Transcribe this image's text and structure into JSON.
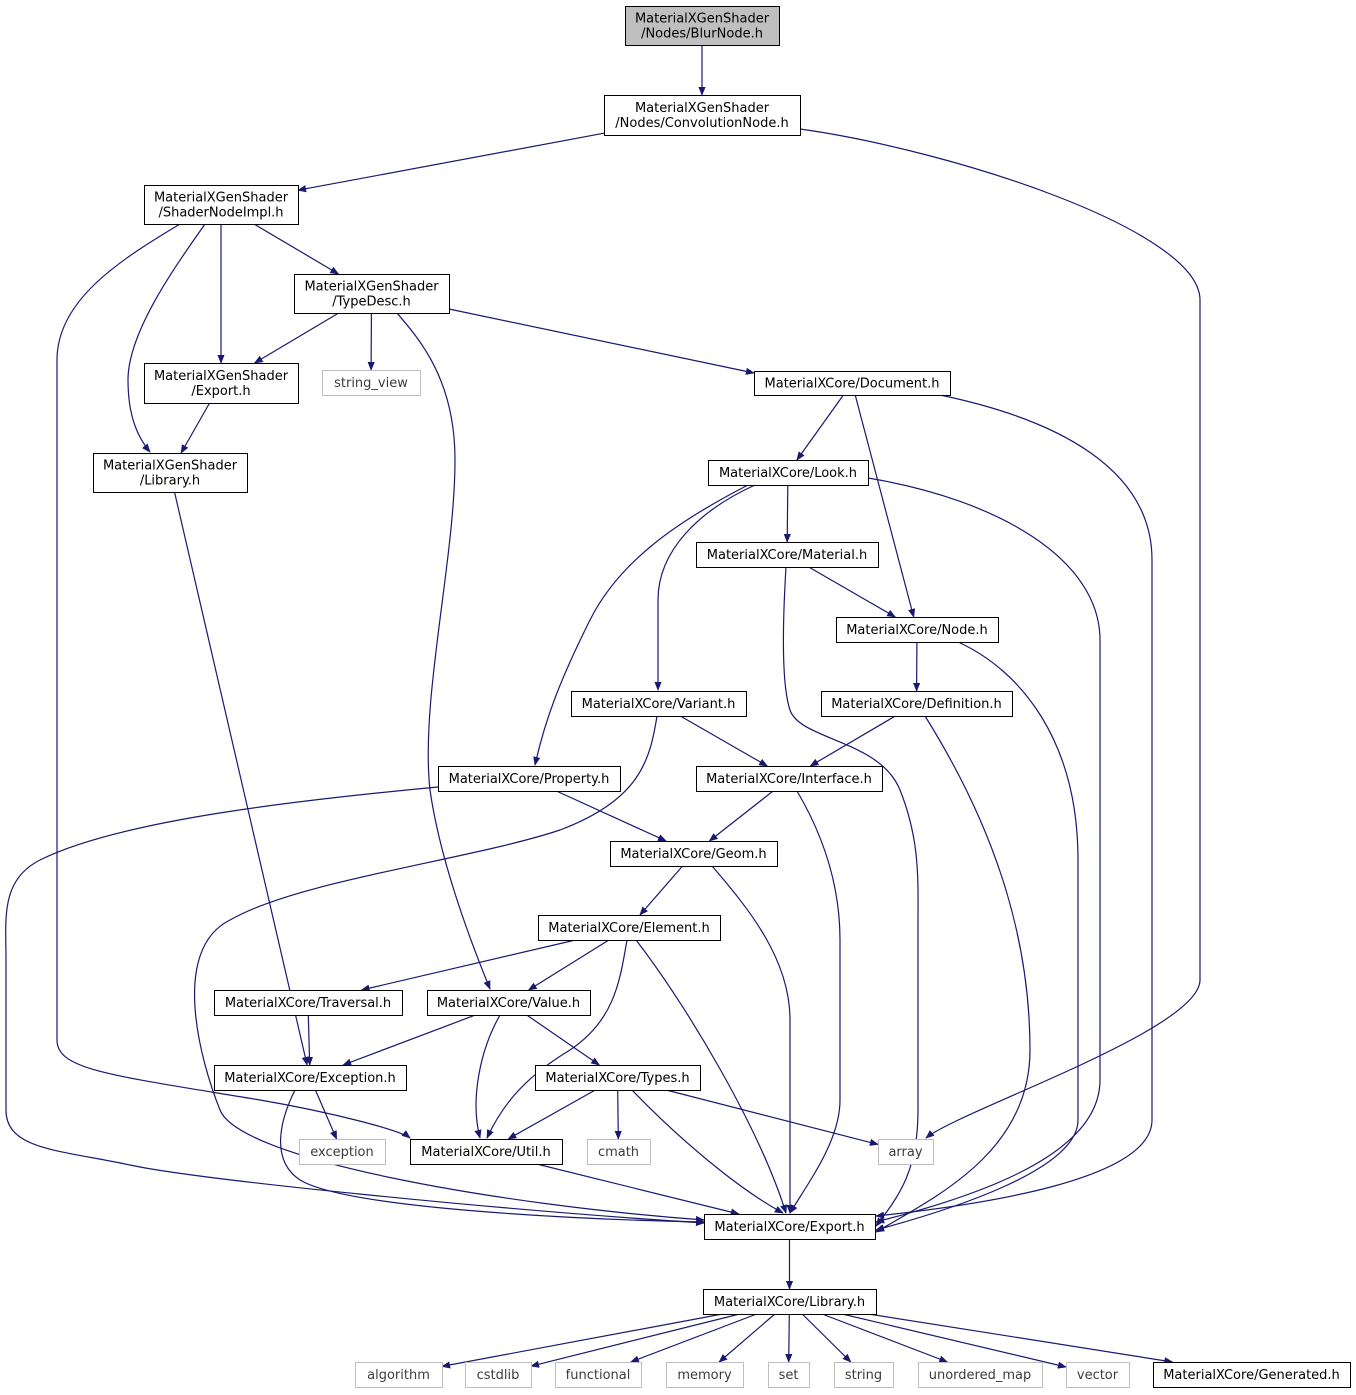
{
  "colors": {
    "edge": "#191970",
    "node_border": "#000000",
    "external_border": "#bfbfbf",
    "root_fill": "#bfbfbf",
    "node_fill": "#ffffff"
  },
  "nodes": [
    {
      "id": "blur",
      "lines": [
        "MaterialXGenShader",
        "/Nodes/BlurNode.h"
      ],
      "kind": "root"
    },
    {
      "id": "conv",
      "lines": [
        "MaterialXGenShader",
        "/Nodes/ConvolutionNode.h"
      ],
      "kind": "file"
    },
    {
      "id": "sni",
      "lines": [
        "MaterialXGenShader",
        "/ShaderNodeImpl.h"
      ],
      "kind": "file"
    },
    {
      "id": "td",
      "lines": [
        "MaterialXGenShader",
        "/TypeDesc.h"
      ],
      "kind": "file"
    },
    {
      "id": "gexp",
      "lines": [
        "MaterialXGenShader",
        "/Export.h"
      ],
      "kind": "file"
    },
    {
      "id": "sv",
      "lines": [
        "string_view"
      ],
      "kind": "external"
    },
    {
      "id": "doc",
      "lines": [
        "MaterialXCore/Document.h"
      ],
      "kind": "file"
    },
    {
      "id": "glib",
      "lines": [
        "MaterialXGenShader",
        "/Library.h"
      ],
      "kind": "file"
    },
    {
      "id": "look",
      "lines": [
        "MaterialXCore/Look.h"
      ],
      "kind": "file"
    },
    {
      "id": "mat",
      "lines": [
        "MaterialXCore/Material.h"
      ],
      "kind": "file"
    },
    {
      "id": "node",
      "lines": [
        "MaterialXCore/Node.h"
      ],
      "kind": "file"
    },
    {
      "id": "var",
      "lines": [
        "MaterialXCore/Variant.h"
      ],
      "kind": "file"
    },
    {
      "id": "def",
      "lines": [
        "MaterialXCore/Definition.h"
      ],
      "kind": "file"
    },
    {
      "id": "prop",
      "lines": [
        "MaterialXCore/Property.h"
      ],
      "kind": "file"
    },
    {
      "id": "intf",
      "lines": [
        "MaterialXCore/Interface.h"
      ],
      "kind": "file"
    },
    {
      "id": "geom",
      "lines": [
        "MaterialXCore/Geom.h"
      ],
      "kind": "file"
    },
    {
      "id": "elem",
      "lines": [
        "MaterialXCore/Element.h"
      ],
      "kind": "file"
    },
    {
      "id": "trav",
      "lines": [
        "MaterialXCore/Traversal.h"
      ],
      "kind": "file"
    },
    {
      "id": "val",
      "lines": [
        "MaterialXCore/Value.h"
      ],
      "kind": "file"
    },
    {
      "id": "exc",
      "lines": [
        "MaterialXCore/Exception.h"
      ],
      "kind": "file"
    },
    {
      "id": "types",
      "lines": [
        "MaterialXCore/Types.h"
      ],
      "kind": "file"
    },
    {
      "id": "exception",
      "lines": [
        "exception"
      ],
      "kind": "external"
    },
    {
      "id": "util",
      "lines": [
        "MaterialXCore/Util.h"
      ],
      "kind": "file"
    },
    {
      "id": "cmath",
      "lines": [
        "cmath"
      ],
      "kind": "external"
    },
    {
      "id": "array",
      "lines": [
        "array"
      ],
      "kind": "external"
    },
    {
      "id": "cexp",
      "lines": [
        "MaterialXCore/Export.h"
      ],
      "kind": "file"
    },
    {
      "id": "clib",
      "lines": [
        "MaterialXCore/Library.h"
      ],
      "kind": "file"
    },
    {
      "id": "algorithm",
      "lines": [
        "algorithm"
      ],
      "kind": "external"
    },
    {
      "id": "cstdlib",
      "lines": [
        "cstdlib"
      ],
      "kind": "external"
    },
    {
      "id": "functional",
      "lines": [
        "functional"
      ],
      "kind": "external"
    },
    {
      "id": "memory",
      "lines": [
        "memory"
      ],
      "kind": "external"
    },
    {
      "id": "set",
      "lines": [
        "set"
      ],
      "kind": "external"
    },
    {
      "id": "string",
      "lines": [
        "string"
      ],
      "kind": "external"
    },
    {
      "id": "umap",
      "lines": [
        "unordered_map"
      ],
      "kind": "external"
    },
    {
      "id": "vector",
      "lines": [
        "vector"
      ],
      "kind": "external"
    },
    {
      "id": "gen",
      "lines": [
        "MaterialXCore/Generated.h"
      ],
      "kind": "file"
    }
  ],
  "edges": [
    {
      "from": "blur",
      "to": "conv"
    },
    {
      "from": "conv",
      "to": "sni"
    },
    {
      "from": "conv",
      "to": "array"
    },
    {
      "from": "sni",
      "to": "td"
    },
    {
      "from": "sni",
      "to": "gexp"
    },
    {
      "from": "sni",
      "to": "glib"
    },
    {
      "from": "sni",
      "to": "util"
    },
    {
      "from": "td",
      "to": "gexp"
    },
    {
      "from": "td",
      "to": "sv"
    },
    {
      "from": "td",
      "to": "doc"
    },
    {
      "from": "td",
      "to": "val"
    },
    {
      "from": "gexp",
      "to": "glib"
    },
    {
      "from": "glib",
      "to": "exc"
    },
    {
      "from": "doc",
      "to": "look"
    },
    {
      "from": "doc",
      "to": "node"
    },
    {
      "from": "doc",
      "to": "cexp"
    },
    {
      "from": "look",
      "to": "mat"
    },
    {
      "from": "look",
      "to": "var"
    },
    {
      "from": "look",
      "to": "prop"
    },
    {
      "from": "look",
      "to": "cexp"
    },
    {
      "from": "mat",
      "to": "node"
    },
    {
      "from": "mat",
      "to": "cexp"
    },
    {
      "from": "node",
      "to": "def"
    },
    {
      "from": "node",
      "to": "cexp"
    },
    {
      "from": "var",
      "to": "intf"
    },
    {
      "from": "var",
      "to": "cexp"
    },
    {
      "from": "def",
      "to": "intf"
    },
    {
      "from": "def",
      "to": "cexp"
    },
    {
      "from": "prop",
      "to": "geom"
    },
    {
      "from": "prop",
      "to": "cexp"
    },
    {
      "from": "intf",
      "to": "geom"
    },
    {
      "from": "intf",
      "to": "cexp"
    },
    {
      "from": "geom",
      "to": "elem"
    },
    {
      "from": "geom",
      "to": "cexp"
    },
    {
      "from": "elem",
      "to": "trav"
    },
    {
      "from": "elem",
      "to": "val"
    },
    {
      "from": "elem",
      "to": "util"
    },
    {
      "from": "elem",
      "to": "cexp"
    },
    {
      "from": "trav",
      "to": "exc"
    },
    {
      "from": "val",
      "to": "exc"
    },
    {
      "from": "val",
      "to": "types"
    },
    {
      "from": "val",
      "to": "util"
    },
    {
      "from": "exc",
      "to": "exception"
    },
    {
      "from": "exc",
      "to": "cexp"
    },
    {
      "from": "types",
      "to": "util"
    },
    {
      "from": "types",
      "to": "cmath"
    },
    {
      "from": "types",
      "to": "array"
    },
    {
      "from": "types",
      "to": "cexp"
    },
    {
      "from": "util",
      "to": "cexp"
    },
    {
      "from": "cexp",
      "to": "clib"
    },
    {
      "from": "clib",
      "to": "algorithm"
    },
    {
      "from": "clib",
      "to": "cstdlib"
    },
    {
      "from": "clib",
      "to": "functional"
    },
    {
      "from": "clib",
      "to": "memory"
    },
    {
      "from": "clib",
      "to": "set"
    },
    {
      "from": "clib",
      "to": "string"
    },
    {
      "from": "clib",
      "to": "umap"
    },
    {
      "from": "clib",
      "to": "vector"
    },
    {
      "from": "clib",
      "to": "gen"
    }
  ]
}
